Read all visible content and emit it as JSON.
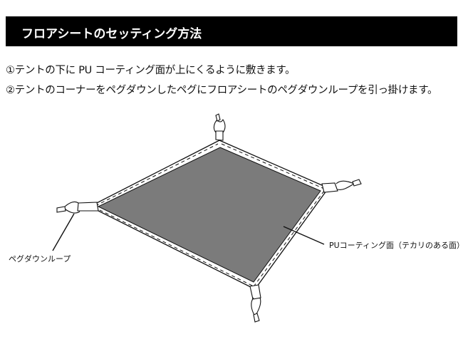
{
  "header": {
    "title": "フロアシートのセッティング方法"
  },
  "steps": [
    {
      "text": "①テントの下に PU コーティング面が上にくるように敷きます。"
    },
    {
      "text": "②テントのコーナーをペグダウンしたペグにフロアシートのペグダウンループを引っ掛けます。"
    }
  ],
  "diagram": {
    "labels": {
      "peg_loop": "ペグダウンループ",
      "pu_side": "PUコーティング面（テカリのある面）"
    },
    "colors": {
      "sheet_fill": "#7b7b7b",
      "border_fill": "#ffffff",
      "outline": "#111111",
      "header_bg": "#000000"
    }
  }
}
